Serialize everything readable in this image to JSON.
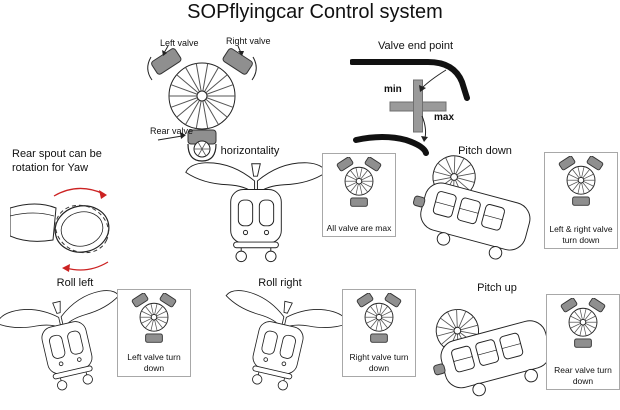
{
  "title": "SOPflyingcar Control system",
  "fan": {
    "left_valve_label": "Left valve",
    "right_valve_label": "Right valve",
    "rear_valve_label": "Rear valve"
  },
  "valve_endpoint": {
    "title": "Valve end point",
    "min_label": "min",
    "max_label": "max"
  },
  "yaw_note": "Rear spout can be rotation for Yaw",
  "poses": {
    "horizontality": {
      "label": "horizontality",
      "note": "All valve are max"
    },
    "pitch_down": {
      "label": "Pitch down",
      "note": "Left & right valve turn down"
    },
    "roll_left": {
      "label": "Roll left",
      "note": "Left valve turn down"
    },
    "roll_right": {
      "label": "Roll right",
      "note": "Right valve turn down"
    },
    "pitch_up": {
      "label": "Pitch up",
      "note": "Rear valve turn down"
    }
  },
  "colors": {
    "ink": "#222222",
    "valve_fill": "#8f8f8f",
    "cross_fill": "#9a9a9a",
    "arrow_red": "#cc2222",
    "box_border": "#a8a8a8"
  }
}
